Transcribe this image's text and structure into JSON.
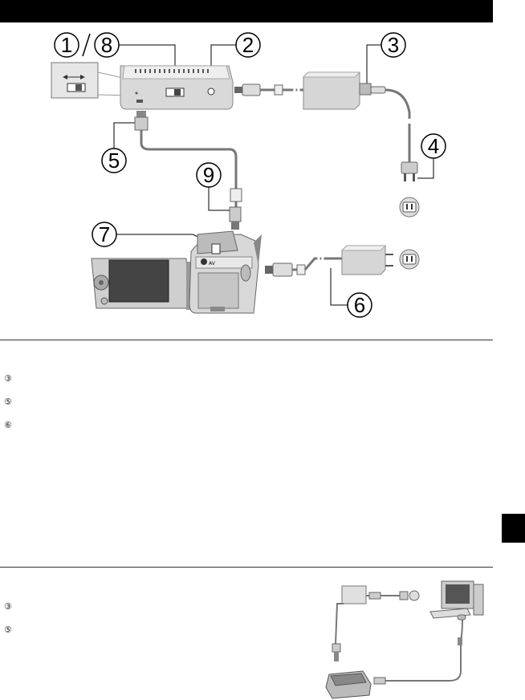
{
  "callouts": {
    "c1_8": "1",
    "c1_8b": "8",
    "c2": "2",
    "c3": "3",
    "c4": "4",
    "c5": "5",
    "c6": "6",
    "c7": "7",
    "c9": "9",
    "c_av": "AV"
  },
  "section1": {
    "markers": [
      "③",
      "⑤",
      "⑥"
    ]
  },
  "section2": {
    "markers": [
      "③",
      "⑤"
    ]
  }
}
